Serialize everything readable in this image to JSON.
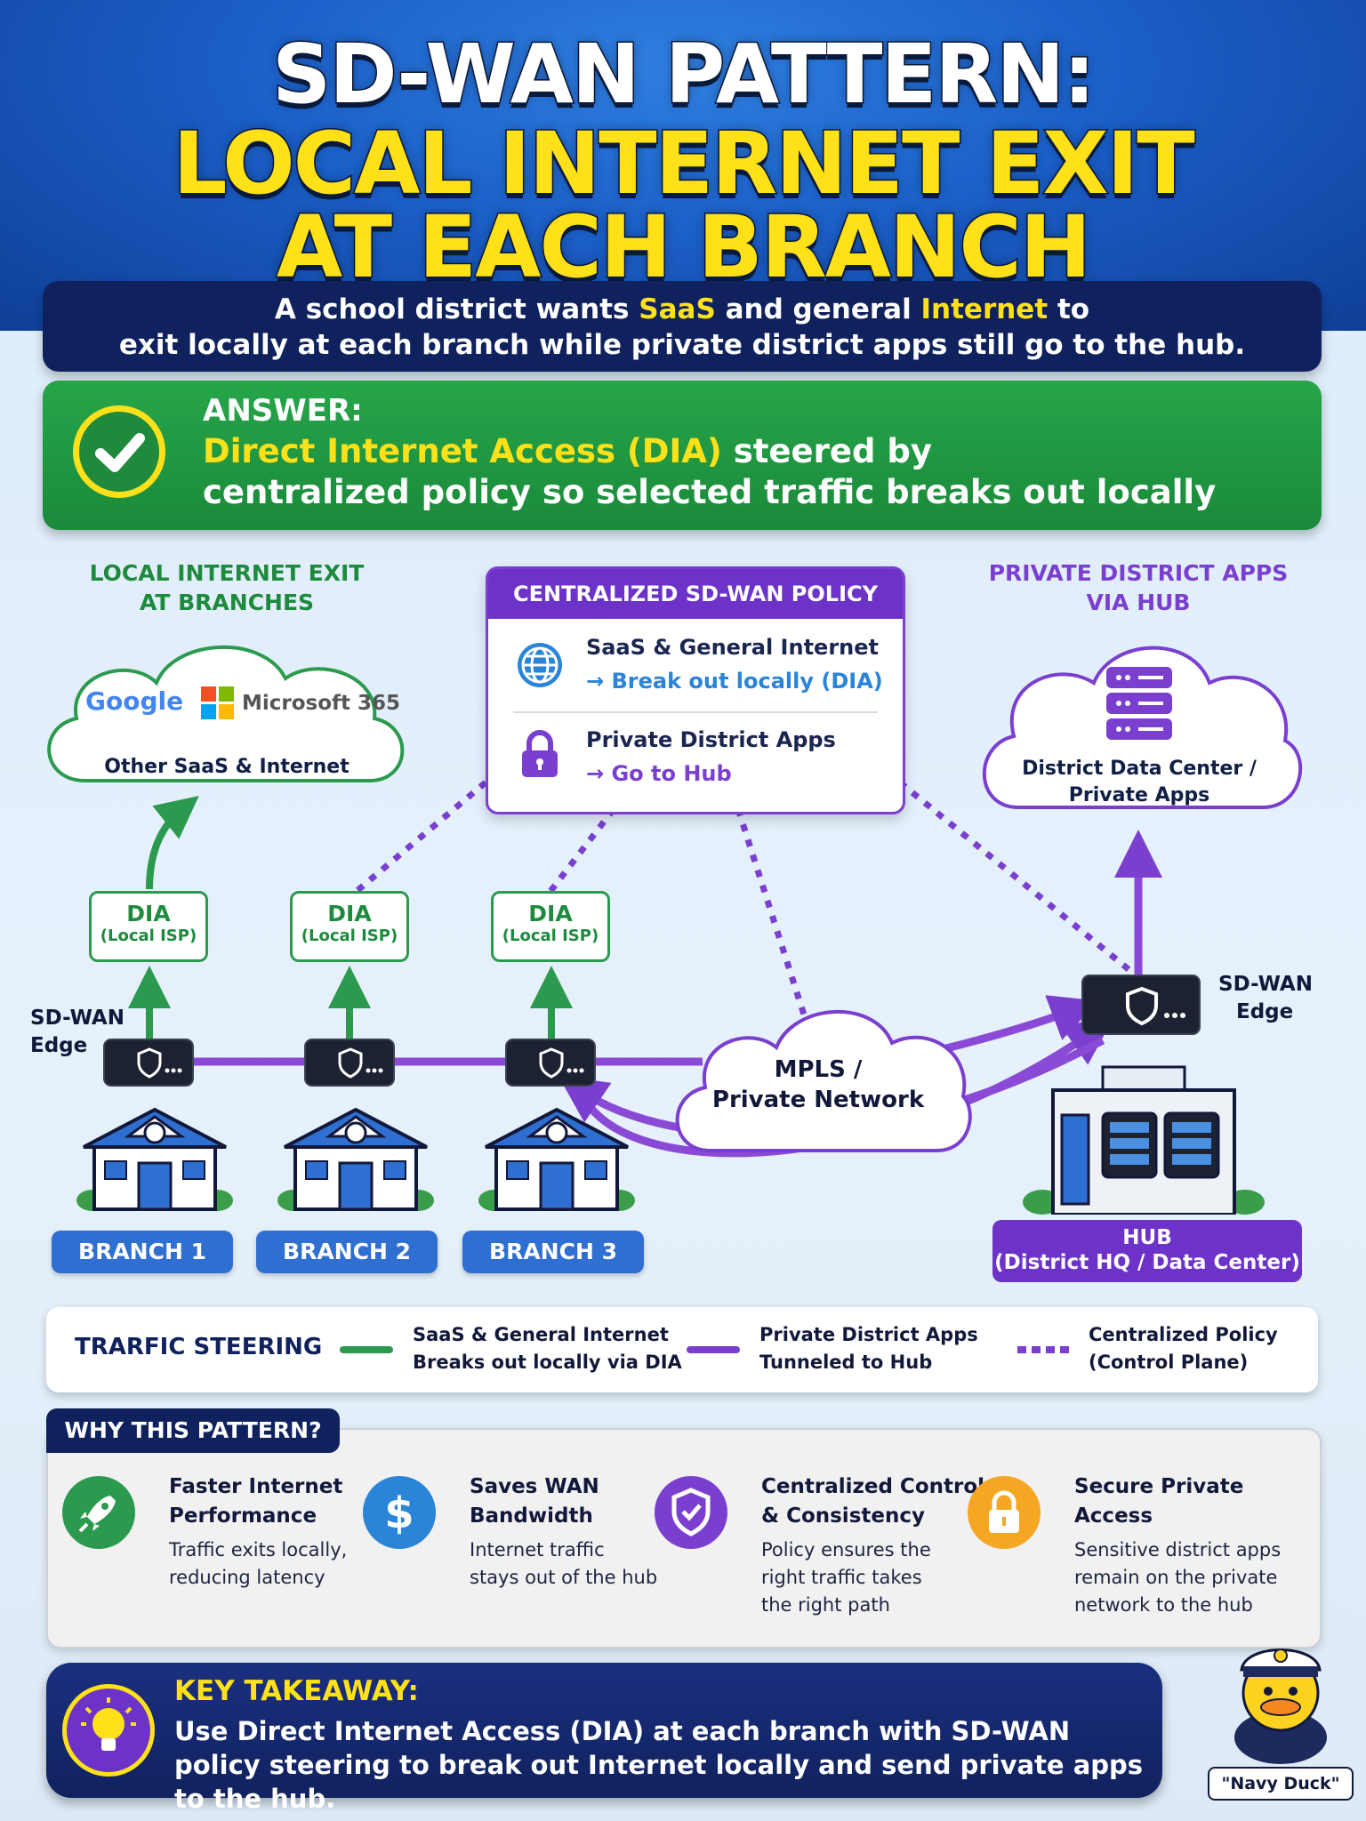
{
  "title": {
    "line1": "SD-WAN PATTERN:",
    "line2": "LOCAL INTERNET EXIT",
    "line3": "AT EACH BRANCH"
  },
  "intro": {
    "p1": "A school district wants ",
    "saas": "SaaS",
    "p2": " and general ",
    "internet": "Internet",
    "p3": " to",
    "line2": "exit locally at each branch while private district apps still go to the hub."
  },
  "answer": {
    "label": "ANSWER:",
    "highlight": "Direct Internet Access (DIA)",
    "rest1": " steered by",
    "line2": "centralized policy so selected traffic breaks out locally"
  },
  "left_section": {
    "heading_line1": "LOCAL INTERNET EXIT",
    "heading_line2": "AT BRANCHES"
  },
  "left_cloud": {
    "brand1": "Google",
    "brand2": "Microsoft 365",
    "caption": "Other SaaS & Internet"
  },
  "policy": {
    "heading": "CENTRALIZED SD-WAN POLICY",
    "rule1_title": "SaaS & General Internet",
    "rule1_action": "→ Break out locally (DIA)",
    "rule2_title": "Private District Apps",
    "rule2_action": "→ Go to Hub"
  },
  "right_section": {
    "heading_line1": "PRIVATE DISTRICT APPS",
    "heading_line2": "VIA HUB"
  },
  "right_cloud": {
    "caption_line1": "District Data Center /",
    "caption_line2": "Private Apps"
  },
  "dia_boxes": [
    {
      "title": "DIA",
      "sub": "(Local ISP)"
    },
    {
      "title": "DIA",
      "sub": "(Local ISP)"
    },
    {
      "title": "DIA",
      "sub": "(Local ISP)"
    }
  ],
  "edge_left": {
    "line1": "SD-WAN",
    "line2": "Edge"
  },
  "edge_right": {
    "line1": "SD-WAN",
    "line2": "Edge"
  },
  "mpls": {
    "line1": "MPLS /",
    "line2": "Private Network"
  },
  "branches": [
    "BRANCH 1",
    "BRANCH 2",
    "BRANCH 3"
  ],
  "hub": {
    "line1": "HUB",
    "line2": "(District HQ / Data Center)"
  },
  "legend": {
    "title": "TRARFIC STEERING",
    "item1_l1": "SaaS & General Internet",
    "item1_l2": "Breaks out locally via DIA",
    "item2_l1": "Private District Apps",
    "item2_l2": "Tunneled to Hub",
    "item3_l1": "Centralized Policy",
    "item3_l2": "(Control Plane)"
  },
  "why": {
    "heading": "WHY THIS PATTERN?",
    "items": [
      {
        "t1": "Faster Internet",
        "t2": "Performance",
        "d1": "Traffic exits locally,",
        "d2": "reducing latency",
        "d3": ""
      },
      {
        "t1": "Saves WAN",
        "t2": "Bandwidth",
        "d1": "Internet traffic",
        "d2": "stays out of the hub",
        "d3": ""
      },
      {
        "t1": "Centralized Control",
        "t2": "& Consistency",
        "d1": "Policy ensures the",
        "d2": "right traffic takes",
        "d3": "the right path"
      },
      {
        "t1": "Secure Private",
        "t2": "Access",
        "d1": "Sensitive district apps",
        "d2": "remain on the private",
        "d3": "network to the hub"
      }
    ]
  },
  "key": {
    "heading": "KEY TAKEAWAY:",
    "line1": "Use Direct Internet Access (DIA) at each branch with SD-WAN",
    "line2": "policy steering to break out Internet locally and send private apps to the hub."
  },
  "mascot_label": "\"Navy Duck\"",
  "colors": {
    "green": "#2b9a4e",
    "purple": "#7a3fcf",
    "navy": "#10225e",
    "yellow": "#ffe11a",
    "blue": "#2f6fd1"
  },
  "icons": [
    "check-icon",
    "globe-icon",
    "lock-icon",
    "server-icon",
    "shield-icon",
    "rocket-icon",
    "dollar-icon",
    "lightbulb-icon",
    "school-icon",
    "building-icon",
    "duck-mascot"
  ]
}
